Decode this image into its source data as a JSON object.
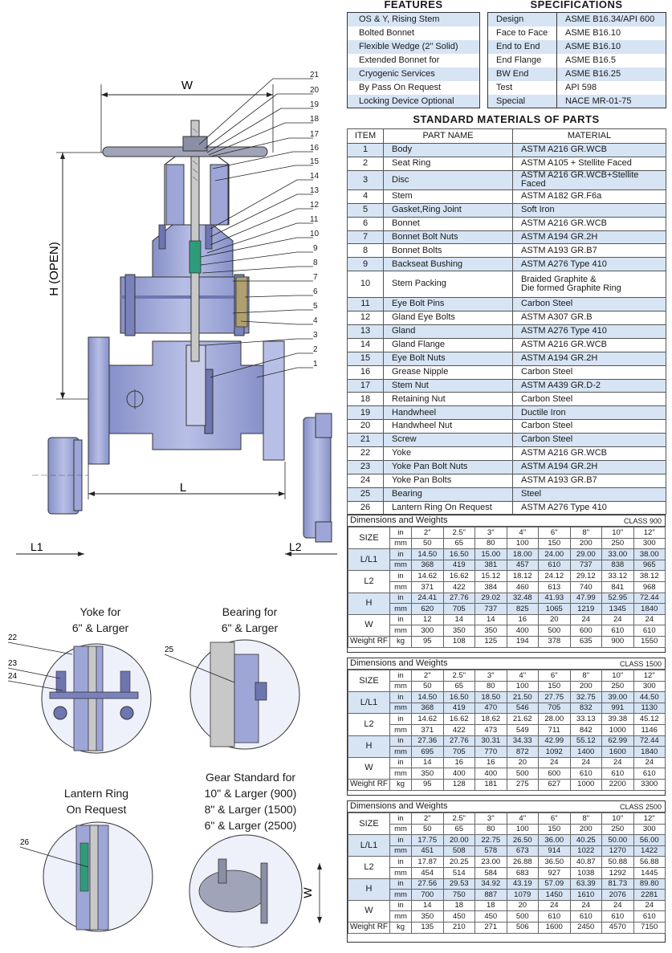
{
  "features": {
    "title": "FEATURES",
    "items": [
      "OS & Y, Rising Stem",
      "Bolted Bonnet",
      "Flexible Wedge (2\" Solid)",
      "Extended Bonnet for",
      "Cryogenic Services",
      "By Pass On Request",
      "Locking Device Optional"
    ]
  },
  "specifications": {
    "title": "SPECIFICATIONS",
    "rows": [
      {
        "label": "Design",
        "value": "ASME B16.34/API 600"
      },
      {
        "label": "Face to Face",
        "value": "ASME B16.10"
      },
      {
        "label": "End to End",
        "value": "ASME B16.10"
      },
      {
        "label": "End Flange",
        "value": "ASME B16.5"
      },
      {
        "label": "BW End",
        "value": "ASME B16.25"
      },
      {
        "label": "Test",
        "value": "API 598"
      },
      {
        "label": "Special",
        "value": "NACE MR-01-75"
      }
    ]
  },
  "materials": {
    "title": "STANDARD MATERIALS OF PARTS",
    "headers": [
      "ITEM",
      "PART NAME",
      "MATERIAL"
    ],
    "rows": [
      {
        "item": "1",
        "part": "Body",
        "material": "ASTM A216 GR.WCB"
      },
      {
        "item": "2",
        "part": "Seat Ring",
        "material": "ASTM A105 + Stellite Faced"
      },
      {
        "item": "3",
        "part": "Disc",
        "material": "ASTM A216 GR.WCB+Stellite Faced"
      },
      {
        "item": "4",
        "part": "Stem",
        "material": "ASTM A182 GR.F6a"
      },
      {
        "item": "5",
        "part": "Gasket,Ring Joint",
        "material": "Soft Iron"
      },
      {
        "item": "6",
        "part": "Bonnet",
        "material": "ASTM A216 GR.WCB"
      },
      {
        "item": "7",
        "part": "Bonnet Bolt Nuts",
        "material": "ASTM A194 GR.2H"
      },
      {
        "item": "8",
        "part": "Bonnet Bolts",
        "material": "ASTM A193 GR.B7"
      },
      {
        "item": "9",
        "part": "Backseat Bushing",
        "material": "ASTM A276 Type 410"
      },
      {
        "item": "10",
        "part": "Stem Packing",
        "material": "Braided Graphite &",
        "material2": "Die formed Graphite Ring"
      },
      {
        "item": "11",
        "part": "Eye Bolt Pins",
        "material": "Carbon Steel"
      },
      {
        "item": "12",
        "part": "Gland Eye Bolts",
        "material": "ASTM A307 GR.B"
      },
      {
        "item": "13",
        "part": "Gland",
        "material": "ASTM A276 Type 410"
      },
      {
        "item": "14",
        "part": "Gland Flange",
        "material": "ASTM A216 GR.WCB"
      },
      {
        "item": "15",
        "part": "Eye Bolt Nuts",
        "material": "ASTM A194 GR.2H"
      },
      {
        "item": "16",
        "part": "Grease Nipple",
        "material": "Carbon Steel"
      },
      {
        "item": "17",
        "part": "Stem Nut",
        "material": "ASTM A439 GR.D-2"
      },
      {
        "item": "18",
        "part": "Retaining Nut",
        "material": "Carbon Steel"
      },
      {
        "item": "19",
        "part": "Handwheel",
        "material": "Ductile Iron"
      },
      {
        "item": "20",
        "part": "Handwheel Nut",
        "material": "Carbon Steel"
      },
      {
        "item": "21",
        "part": "Screw",
        "material": "Carbon Steel"
      },
      {
        "item": "22",
        "part": "Yoke",
        "material": "ASTM A216 GR.WCB"
      },
      {
        "item": "23",
        "part": "Yoke Pan Bolt Nuts",
        "material": "ASTM A194 GR.2H"
      },
      {
        "item": "24",
        "part": "Yoke Pan Bolts",
        "material": "ASTM A193 GR.B7"
      },
      {
        "item": "25",
        "part": "Bearing",
        "material": "Steel"
      },
      {
        "item": "26",
        "part": "Lantern Ring On Request",
        "material": "ASTM A276 Type 410"
      }
    ]
  },
  "dimension_tables": [
    {
      "title": "Dimensions and Weights",
      "class_label": "CLASS 900",
      "rows": [
        {
          "label": "SIZE",
          "in": [
            "2\"",
            "2.5\"",
            "3\"",
            "4\"",
            "6\"",
            "8\"",
            "10\"",
            "12\""
          ],
          "mm": [
            "50",
            "65",
            "80",
            "100",
            "150",
            "200",
            "250",
            "300"
          ]
        },
        {
          "label": "L/L1",
          "in": [
            "14.50",
            "16.50",
            "15.00",
            "18.00",
            "24.00",
            "29.00",
            "33.00",
            "38.00"
          ],
          "mm": [
            "368",
            "419",
            "381",
            "457",
            "610",
            "737",
            "838",
            "965"
          ]
        },
        {
          "label": "L2",
          "in": [
            "14.62",
            "16.62",
            "15.12",
            "18.12",
            "24.12",
            "29.12",
            "33.12",
            "38.12"
          ],
          "mm": [
            "371",
            "422",
            "384",
            "460",
            "613",
            "740",
            "841",
            "968"
          ]
        },
        {
          "label": "H",
          "in": [
            "24.41",
            "27.76",
            "29.02",
            "32.48",
            "41.93",
            "47.99",
            "52.95",
            "72.44"
          ],
          "mm": [
            "620",
            "705",
            "737",
            "825",
            "1065",
            "1219",
            "1345",
            "1840"
          ]
        },
        {
          "label": "W",
          "in": [
            "12",
            "14",
            "14",
            "16",
            "20",
            "24",
            "24",
            "24"
          ],
          "mm": [
            "300",
            "350",
            "350",
            "400",
            "500",
            "600",
            "610",
            "610"
          ]
        }
      ],
      "weight": {
        "label": "Weight RF",
        "unit": "kg",
        "values": [
          "95",
          "108",
          "125",
          "194",
          "378",
          "635",
          "900",
          "1550"
        ]
      }
    },
    {
      "title": "Dimensions and Weights",
      "class_label": "CLASS 1500",
      "rows": [
        {
          "label": "SIZE",
          "in": [
            "2\"",
            "2.5\"",
            "3\"",
            "4\"",
            "6\"",
            "8\"",
            "10\"",
            "12\""
          ],
          "mm": [
            "50",
            "65",
            "80",
            "100",
            "150",
            "200",
            "250",
            "300"
          ]
        },
        {
          "label": "L/L1",
          "in": [
            "14.50",
            "16.50",
            "18.50",
            "21.50",
            "27.75",
            "32.75",
            "39.00",
            "44.50"
          ],
          "mm": [
            "368",
            "419",
            "470",
            "546",
            "705",
            "832",
            "991",
            "1130"
          ]
        },
        {
          "label": "L2",
          "in": [
            "14.62",
            "16.62",
            "18.62",
            "21.62",
            "28.00",
            "33.13",
            "39.38",
            "45.12"
          ],
          "mm": [
            "371",
            "422",
            "473",
            "549",
            "711",
            "842",
            "1000",
            "1146"
          ]
        },
        {
          "label": "H",
          "in": [
            "27.36",
            "27.76",
            "30.31",
            "34.33",
            "42.99",
            "55.12",
            "62.99",
            "72.44"
          ],
          "mm": [
            "695",
            "705",
            "770",
            "872",
            "1092",
            "1400",
            "1600",
            "1840"
          ]
        },
        {
          "label": "W",
          "in": [
            "14",
            "16",
            "16",
            "20",
            "24",
            "24",
            "24",
            "24"
          ],
          "mm": [
            "350",
            "400",
            "400",
            "500",
            "600",
            "610",
            "610",
            "610"
          ]
        }
      ],
      "weight": {
        "label": "Weight RF",
        "unit": "kg",
        "values": [
          "95",
          "128",
          "181",
          "275",
          "627",
          "1000",
          "2200",
          "3300"
        ]
      }
    },
    {
      "title": "Dimensions and Weights",
      "class_label": "CLASS 2500",
      "rows": [
        {
          "label": "SIZE",
          "in": [
            "2\"",
            "2.5\"",
            "3\"",
            "4\"",
            "6\"",
            "8\"",
            "10\"",
            "12\""
          ],
          "mm": [
            "50",
            "65",
            "80",
            "100",
            "150",
            "200",
            "250",
            "300"
          ]
        },
        {
          "label": "L/L1",
          "in": [
            "17.75",
            "20.00",
            "22.75",
            "26.50",
            "36.00",
            "40.25",
            "50.00",
            "56.00"
          ],
          "mm": [
            "451",
            "508",
            "578",
            "673",
            "914",
            "1022",
            "1270",
            "1422"
          ]
        },
        {
          "label": "L2",
          "in": [
            "17.87",
            "20.25",
            "23.00",
            "26.88",
            "36.50",
            "40.87",
            "50.88",
            "56.88"
          ],
          "mm": [
            "454",
            "514",
            "584",
            "683",
            "927",
            "1038",
            "1292",
            "1445"
          ]
        },
        {
          "label": "H",
          "in": [
            "27.56",
            "29.53",
            "34.92",
            "43.19",
            "57.09",
            "63.39",
            "81.73",
            "89.80"
          ],
          "mm": [
            "700",
            "750",
            "887",
            "1079",
            "1450",
            "1610",
            "2076",
            "2281"
          ]
        },
        {
          "label": "W",
          "in": [
            "14",
            "18",
            "18",
            "20",
            "24",
            "24",
            "24",
            "24"
          ],
          "mm": [
            "350",
            "450",
            "450",
            "500",
            "610",
            "610",
            "610",
            "610"
          ]
        }
      ],
      "weight": {
        "label": "Weight RF",
        "unit": "kg",
        "values": [
          "135",
          "210",
          "271",
          "506",
          "1600",
          "2450",
          "4570",
          "7150"
        ]
      }
    }
  ],
  "unit_in": "in",
  "unit_mm": "mm",
  "drawing": {
    "dim_w": "W",
    "dim_h": "H (OPEN)",
    "dim_l": "L",
    "dim_l1": "L1",
    "dim_l2": "L2",
    "callouts": [
      "21",
      "20",
      "19",
      "18",
      "17",
      "16",
      "15",
      "14",
      "13",
      "12",
      "11",
      "10",
      "9",
      "8",
      "7",
      "6",
      "5",
      "4",
      "3",
      "2",
      "1"
    ]
  },
  "details": {
    "yoke": {
      "line1": "Yoke for",
      "line2": "6\" & Larger",
      "callouts": [
        "22",
        "23",
        "24"
      ]
    },
    "bearing": {
      "line1": "Bearing for",
      "line2": "6\" & Larger",
      "callout": "25"
    },
    "lantern": {
      "line1": "Lantern Ring",
      "line2": "On Request",
      "callout": "26"
    },
    "gear": {
      "line1": "Gear Standard for",
      "line2": "10\" & Larger (900)",
      "line3": "8\" & Larger (1500)",
      "line4": "6\" & Larger (2500)",
      "dim_w": "W"
    }
  },
  "colors": {
    "body": "#9ea6d8",
    "body_dark": "#6e76b0",
    "row_blue": "#d6e4f4"
  }
}
